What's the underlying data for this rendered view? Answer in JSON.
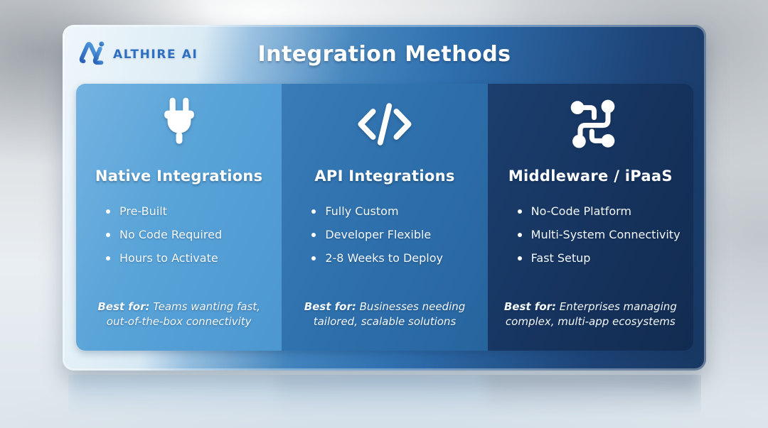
{
  "brand": {
    "name": "ALTHIRE AI",
    "color": "#2e6fc0"
  },
  "title": "Integration Methods",
  "columns": [
    {
      "icon": "plug-icon",
      "heading": "Native Integrations",
      "bullets": [
        "Pre-Built",
        "No Code Required",
        "Hours to Activate"
      ],
      "best_for_label": "Best for:",
      "best_for": "Teams wanting fast, out-of-the-box connectivity",
      "bg": "#58a3d8"
    },
    {
      "icon": "code-icon",
      "heading": "API Integrations",
      "bullets": [
        "Fully Custom",
        "Developer Flexible",
        "2-8 Weeks to Deploy"
      ],
      "best_for_label": "Best for:",
      "best_for": "Businesses needing tailored, scalable solutions",
      "bg": "#2e70ac"
    },
    {
      "icon": "connected-nodes-icon",
      "heading": "Middleware / iPaaS",
      "bullets": [
        "No-Code Platform",
        "Multi-System Connectivity",
        "Fast Setup"
      ],
      "best_for_label": "Best for:",
      "best_for": "Enterprises managing complex, multi-app ecosystems",
      "bg": "#16345f"
    }
  ],
  "colors": {
    "header_gradient_left": "#d6e8f3",
    "header_gradient_mid": "#2f6fae",
    "header_gradient_right": "#183862",
    "text_on_blue": "#ffffff",
    "background": "#e1e5e8"
  }
}
